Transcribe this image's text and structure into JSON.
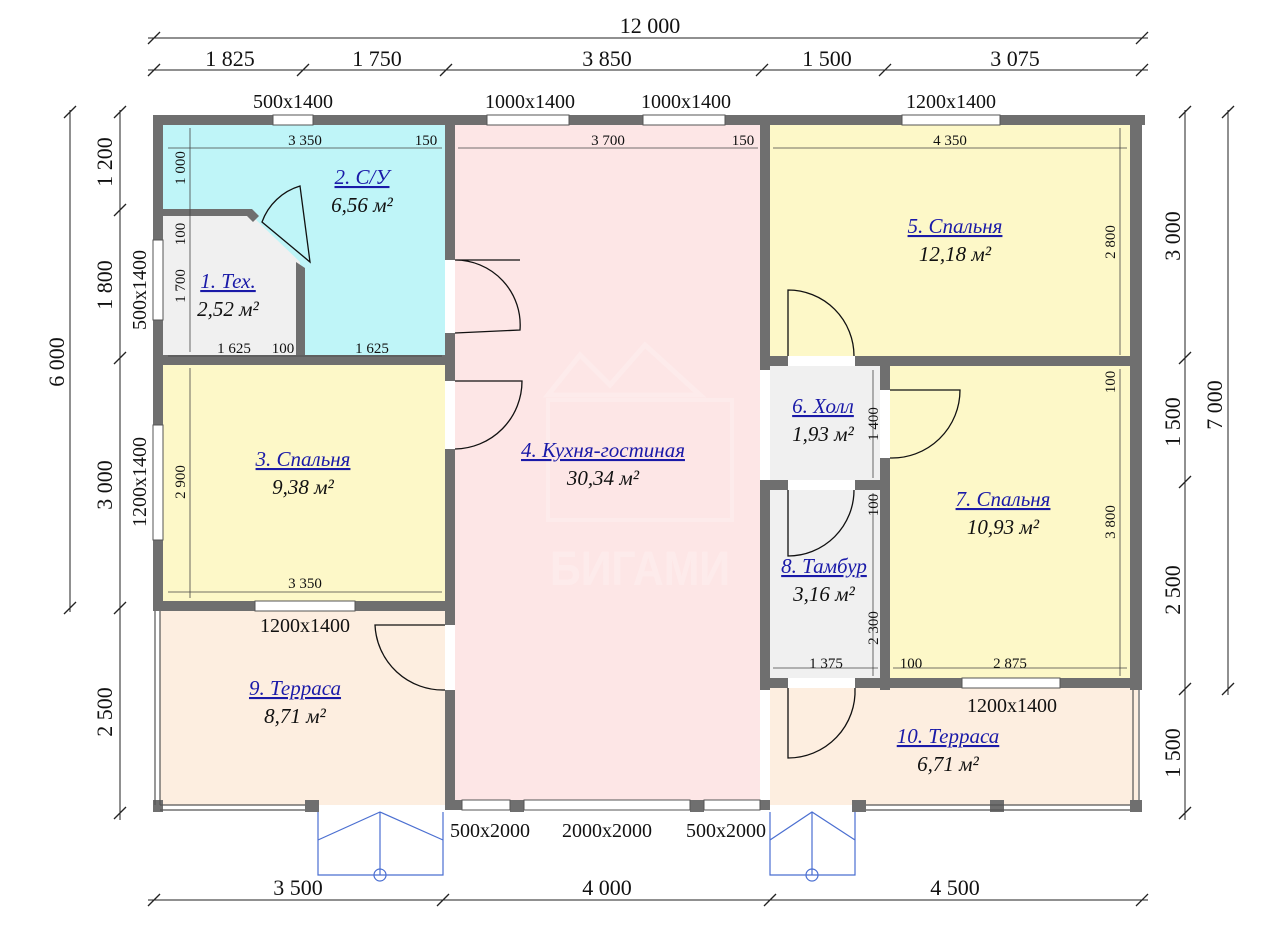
{
  "dimensions": {
    "top_total": "12 000",
    "top_segments": [
      "1 825",
      "1 750",
      "3 850",
      "1 500",
      "3 075"
    ],
    "left_total": "6 000",
    "left_segments": [
      "1 200",
      "1 800",
      "3 000",
      "2 500"
    ],
    "right_segments": [
      "3 000",
      "1 500",
      "2 500",
      "1 500"
    ],
    "right_total": "7 000",
    "bottom_segments": [
      "3 500",
      "4 000",
      "4 500"
    ]
  },
  "windows": {
    "w1": "500x1400",
    "w2": "1000x1400",
    "w3": "1000x1400",
    "w4": "1200x1400",
    "w5": "500x1400",
    "w6": "1200x1400",
    "w7": "1200x1400",
    "w8": "1200x1400"
  },
  "doors": {
    "d1": "500x2000",
    "d2": "2000x2000",
    "d3": "500x2000"
  },
  "rooms": [
    {
      "name": "1. Тех.",
      "area": "2,52 м²"
    },
    {
      "name": "2. С/У",
      "area": "6,56 м²"
    },
    {
      "name": "3. Спальня",
      "area": "9,38 м²"
    },
    {
      "name": "4. Кухня-гостиная",
      "area": "30,34 м²"
    },
    {
      "name": "5. Спальня",
      "area": "12,18 м²"
    },
    {
      "name": "6. Холл",
      "area": "1,93 м²"
    },
    {
      "name": "7. Спальня",
      "area": "10,93 м²"
    },
    {
      "name": "8. Тамбур",
      "area": "3,16 м²"
    },
    {
      "name": "9. Терраса",
      "area": "8,71 м²"
    },
    {
      "name": "10. Терраса",
      "area": "6,71 м²"
    }
  ],
  "inner_dims": {
    "su_w": "3 350",
    "su_150": "150",
    "su_h": "1 000",
    "tech_100": "100",
    "tech_h": "1 700",
    "bot_1625a": "1 625",
    "bot_100": "100",
    "bot_1625b": "1 625",
    "sp3_h": "2 900",
    "sp3_w": "3 350",
    "kit_w": "3 700",
    "kit_150": "150",
    "sp5_w": "4 350",
    "sp5_h": "2 800",
    "hall_h": "1 400",
    "sp7_100": "100",
    "sp7_h": "3 800",
    "tam_100": "100",
    "tam_h": "2 300",
    "tam_w": "1 375",
    "sp7_b100": "100",
    "sp7_w": "2 875"
  },
  "watermark": "БИГАМИ",
  "colors": {
    "su": "#bff5f8",
    "tech": "#f0f0f0",
    "bedroom": "#fdf8c8",
    "kitchen": "#fde6e6",
    "hall": "#f0f0f0",
    "terrace": "#fdeee0",
    "wall": "#6f6f6f"
  }
}
